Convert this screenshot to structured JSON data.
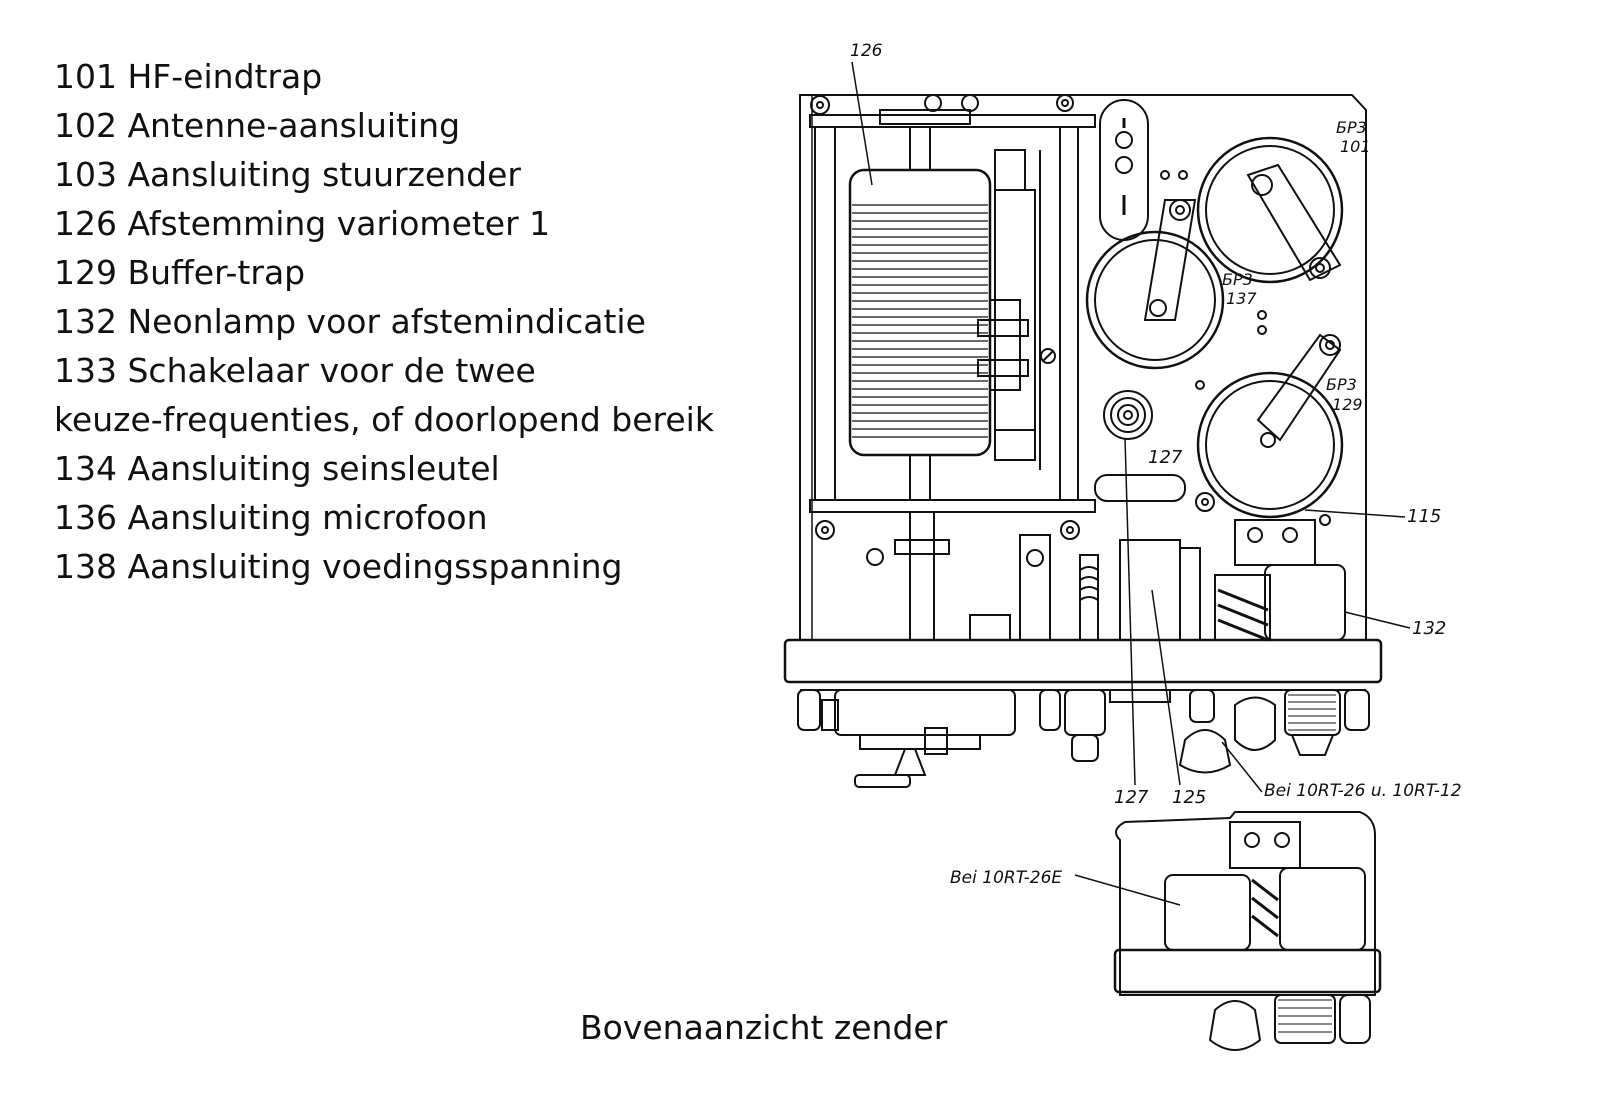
{
  "legend": {
    "items": [
      "101 HF-eindtrap",
      "102 Antenne-aansluiting",
      "103 Aansluiting stuurzender",
      "126 Afstemming variometer 1",
      "129 Buffer-trap",
      "132 Neonlamp voor afstemindicatie",
      "133 Schakelaar voor de twee",
      "keuze-frequenties, of doorlopend bereik",
      "134 Aansluiting seinsleutel",
      "136 Aansluiting microfoon",
      "138 Aansluiting voedingsspanning"
    ]
  },
  "caption": "Bovenaanzicht zender",
  "callouts": {
    "c126": "126",
    "c127_upper": "127",
    "c115": "115",
    "c132": "132",
    "c127_lower": "127",
    "c125": "125",
    "bei_rt26_rt12": "Bei 10RT-26 u. 10RT-12",
    "bei_rt26e": "Bei 10RT-26E"
  },
  "tube_labels": {
    "t101": [
      "БР3",
      "101"
    ],
    "t137": [
      "БР3",
      "137"
    ],
    "t129": [
      "БР3",
      "129"
    ]
  }
}
